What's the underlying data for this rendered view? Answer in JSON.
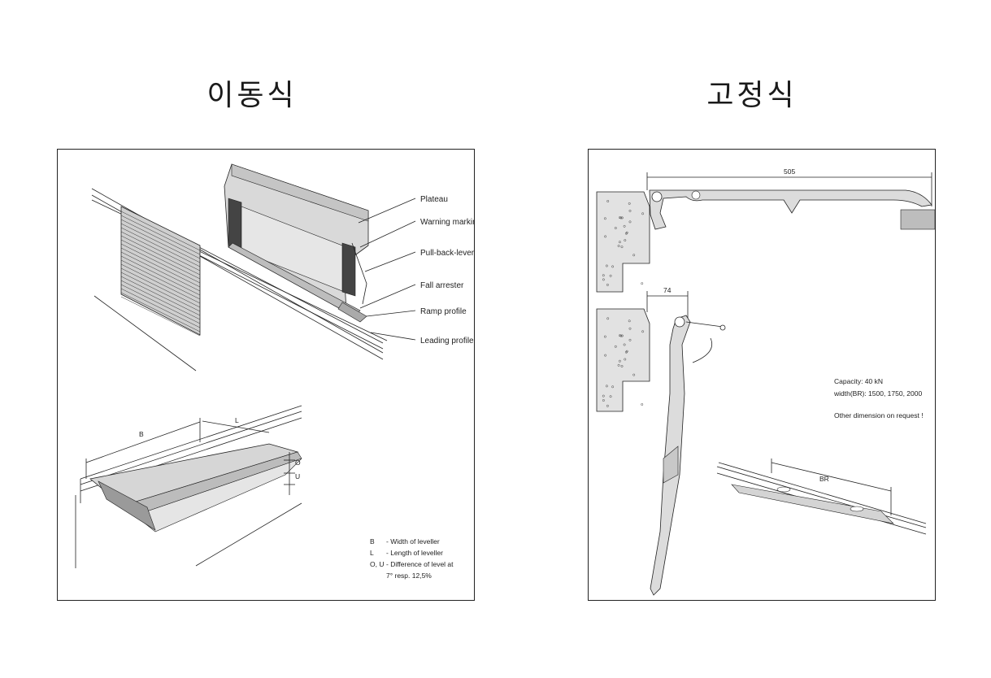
{
  "headings": {
    "left": "이동식",
    "right": "고정식"
  },
  "left_panel": {
    "callouts": [
      "Plateau",
      "Warning marking",
      "Pull-back-lever",
      "Fall arrester",
      "Ramp profile",
      "Leading profile"
    ],
    "dim_labels": {
      "b": "B",
      "l": "L",
      "o": "O",
      "u": "U"
    },
    "legend": [
      {
        "key": "B",
        "text": "- Width of leveller"
      },
      {
        "key": "L",
        "text": "- Length of leveller"
      },
      {
        "key": "O, U",
        "text": "- Difference of level at"
      },
      {
        "key": "",
        "text": "7° resp. 12,5%"
      }
    ]
  },
  "right_panel": {
    "dim_505": "505",
    "dim_74": "74",
    "dim_br": "BR",
    "specs": [
      "Capacity:  40 kN",
      "width(BR):  1500, 1750, 2000",
      "",
      "Other dimension on request !"
    ]
  },
  "colors": {
    "profile_fill": "#dcdcdc",
    "plate_fill": "#d4d4d4",
    "concrete": "#e2e2e2",
    "block": "#bdbdbd"
  }
}
